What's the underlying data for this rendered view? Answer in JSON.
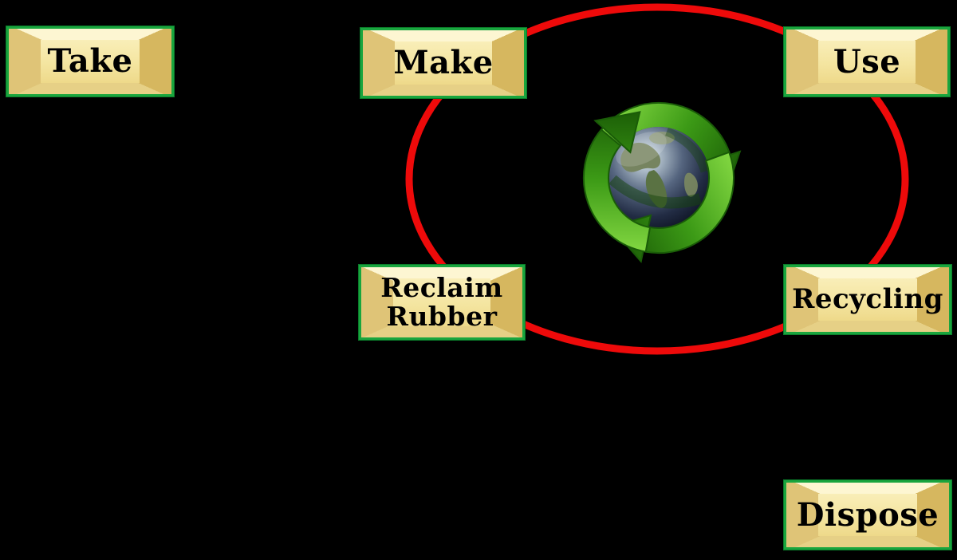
{
  "diagram": {
    "type": "cycle-flow-diagram",
    "nodes": [
      {
        "id": "take",
        "label": "Take"
      },
      {
        "id": "make",
        "label": "Make"
      },
      {
        "id": "use",
        "label": "Use"
      },
      {
        "id": "reclaim_rubber",
        "label": "Reclaim Rubber"
      },
      {
        "id": "recycling",
        "label": "Recycling"
      },
      {
        "id": "dispose",
        "label": "Dispose"
      }
    ],
    "cycle": {
      "shape": "ellipse",
      "members": [
        "Make",
        "Use",
        "Recycling",
        "Reclaim Rubber"
      ],
      "stroke_color": "#ee0a0a"
    },
    "center_icon": "recycling-globe-icon",
    "colors": {
      "background": "#000000",
      "cycle_stroke": "#ee0a0a",
      "box_border": "#19a53e",
      "box_face": "#f4e5a0",
      "box_facet_light": "#fdf6d2",
      "box_facet_dark": "#d6b75f",
      "box_text": "#000000",
      "arrow_green": "#3fa81c",
      "globe_ocean": "#232c44"
    }
  }
}
